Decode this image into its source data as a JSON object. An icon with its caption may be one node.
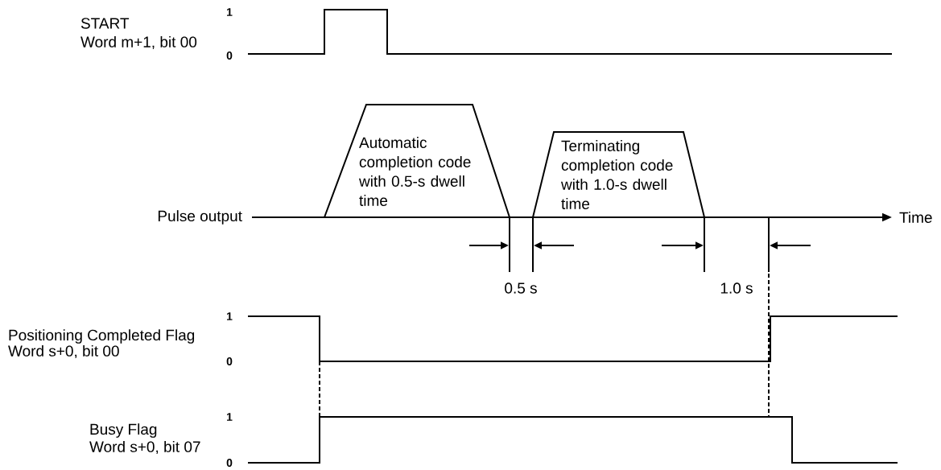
{
  "diagram": {
    "labels": [
      "START",
      "Word m+1, bit 00",
      "1",
      "0",
      "Automatic completion code with 0.5-s dwell time",
      "Terminating completion code with 1.0-s dwell time",
      "Pulse output",
      "Time",
      "0.5 s",
      "1.0 s",
      "Positioning Completed Flag",
      "Word s+0, bit 00",
      "1",
      "0",
      "Busy Flag",
      "Word s+0, bit 07",
      "1",
      "0"
    ]
  }
}
